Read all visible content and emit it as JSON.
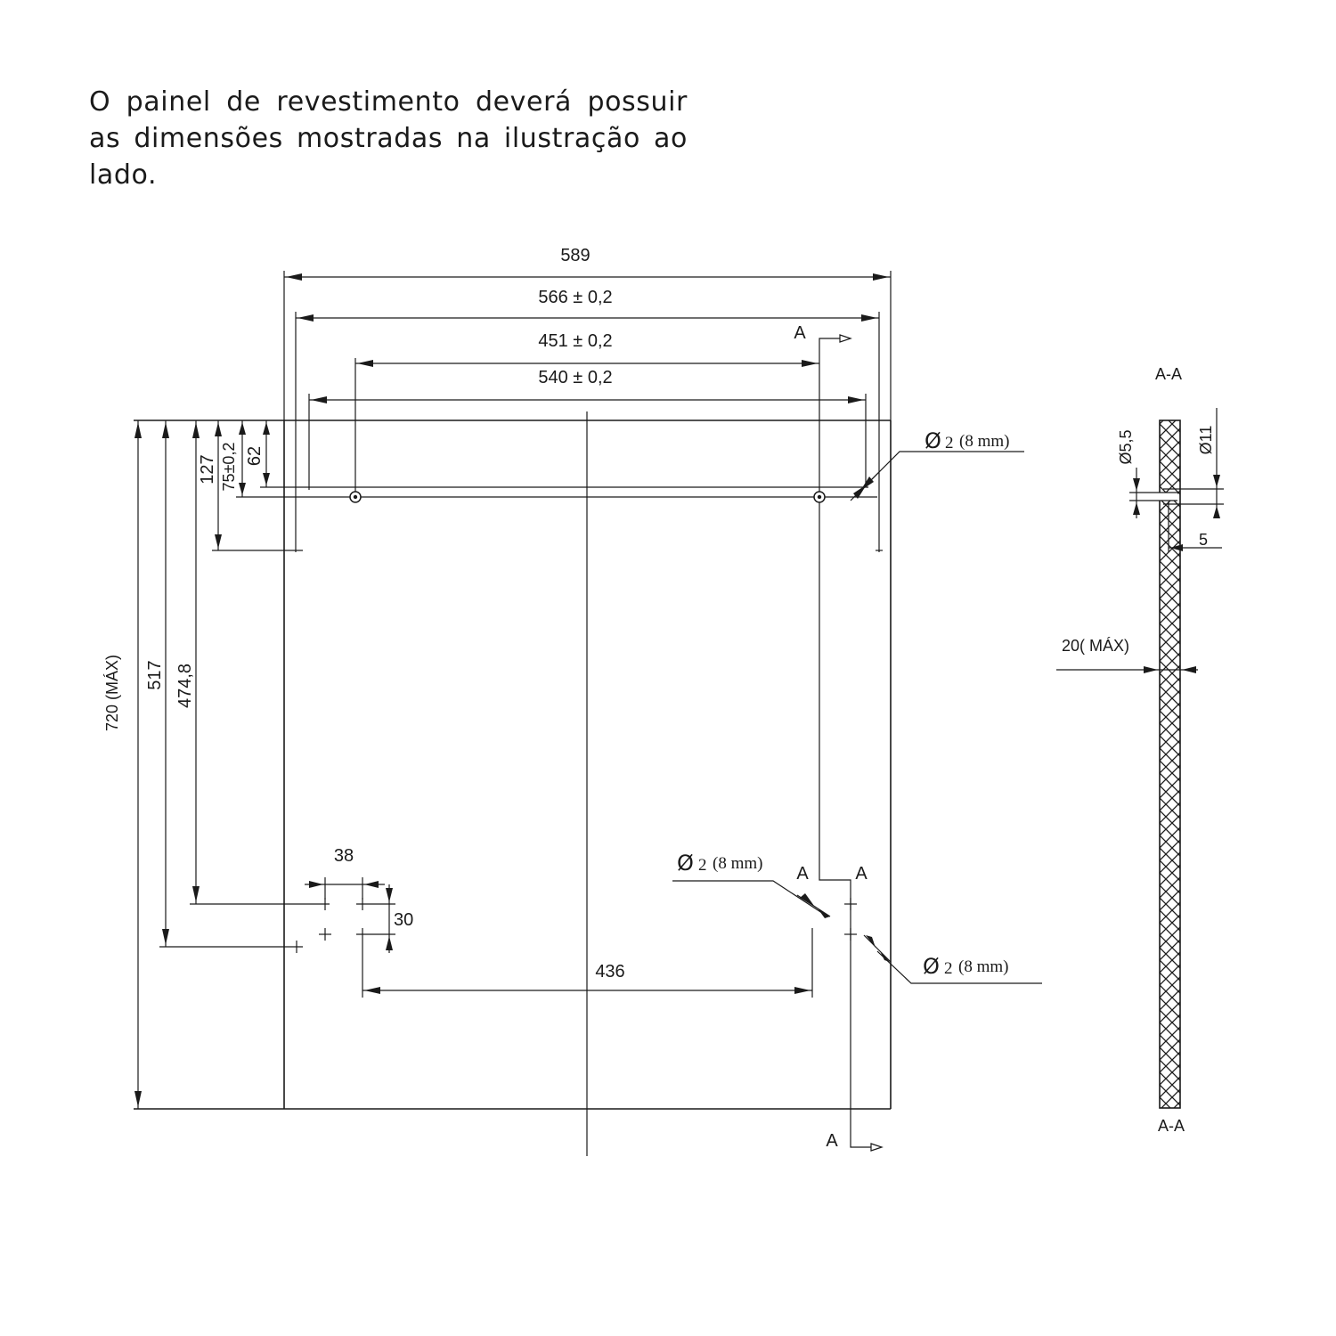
{
  "description_text": "O painel de revestimento deverá possuir as dimensões mostradas na ilustração ao lado.",
  "dimensions": {
    "overall_width": "589",
    "width_566": "566  ±  0,2",
    "width_451": "451  ±  0,2",
    "width_540": "540  ±  0,2",
    "height_max": "720 (MÁX)",
    "height_517": "517",
    "height_474": "474,8",
    "height_127": "127",
    "height_75": "75±0,2",
    "height_62": "62",
    "gap_38": "38",
    "gap_30": "30",
    "spacing_436": "436"
  },
  "holes": {
    "top_right": {
      "symbol": "Ø",
      "value": "2",
      "note": "(8 mm)"
    },
    "bottom_left": {
      "symbol": "Ø",
      "value": "2",
      "note": "(8 mm)"
    },
    "bottom_right": {
      "symbol": "Ø",
      "value": "2",
      "note": "(8 mm)"
    }
  },
  "section_markers": {
    "top": "A",
    "bottom": "A",
    "mid_left": "A",
    "mid_right": "A"
  },
  "section_view": {
    "title_top": "A-A",
    "title_bottom": "A-A",
    "dia_55": "Ø5,5",
    "dia_11": "Ø11",
    "depth_5": "5",
    "thickness": "20( MÁX)"
  }
}
